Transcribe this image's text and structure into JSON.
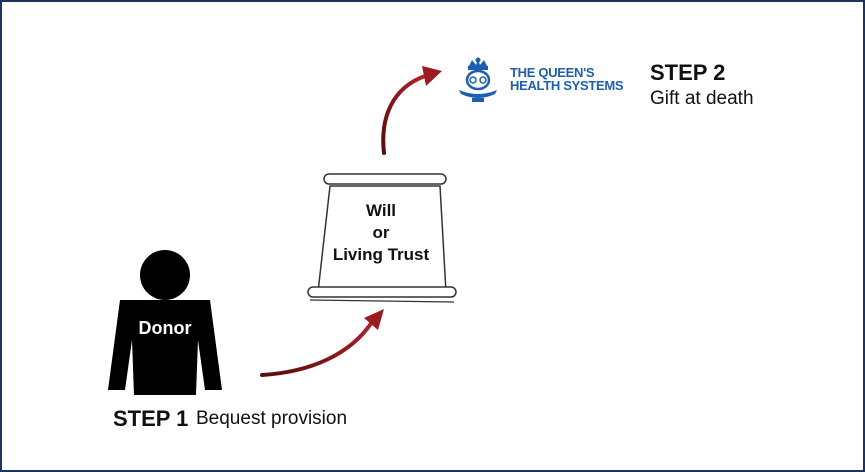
{
  "colors": {
    "frame": "#1d3461",
    "arrow": "#9b1b20",
    "logo_blue": "#1e5fad",
    "donor": "#000000"
  },
  "donor": {
    "label": "Donor"
  },
  "document": {
    "line1": "Will",
    "line2": "or",
    "line3": "Living Trust"
  },
  "step1": {
    "title": "STEP 1",
    "desc": "Bequest provision"
  },
  "step2": {
    "title": "STEP 2",
    "desc": "Gift at death"
  },
  "logo": {
    "line1": "THE QUEEN'S",
    "line2": "HEALTH SYSTEMS",
    "icon": "queens-crest-icon"
  }
}
